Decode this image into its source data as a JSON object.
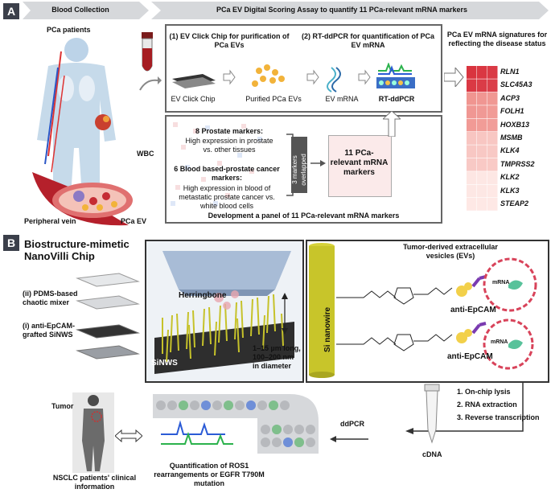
{
  "panelA": {
    "letter": "A",
    "banner_blood": "Blood Collection",
    "banner_assay": "PCa EV Digital Scoring Assay to quantify 11 PCa-relevant mRNA markers",
    "patients": "PCa patients",
    "wbc": "WBC",
    "peripheral_vein": "Peripheral vein",
    "pca_ev": "PCa EV",
    "step1_title": "(1) EV Click Chip for purification of PCa EVs",
    "step2_title": "(2) RT-ddPCR for quantification of PCa EV mRNA",
    "ev_click_chip": "EV Click Chip",
    "purified": "Purified PCa EVs",
    "ev_mrna": "EV mRNA",
    "rt_ddpcr": "RT-ddPCR",
    "prostate_title": "8 Prostate markers:",
    "prostate_desc": "High expression in prostate vs. other tissues",
    "blood_title": "6 Blood based-prostate cancer markers:",
    "blood_desc": "High expression in blood of metastatic prostate cancer vs. white blood cells",
    "overlap": "3 markers overlapped",
    "panel11": "11 PCa-relevant mRNA markers",
    "dev_caption": "Development a panel of 11 PCa-relevant mRNA markers",
    "signature_title": "PCa EV mRNA signatures for reflecting the disease status",
    "genes": [
      "RLN1",
      "SLC45A3",
      "ACP3",
      "FOLH1",
      "HOXB13",
      "MSMB",
      "KLK4",
      "TMPRSS2",
      "KLK2",
      "KLK3",
      "STEAP2"
    ]
  },
  "panelB": {
    "letter": "B",
    "title": "Biostructure-mimetic NanoVilli Chip",
    "pdms": "(ii) PDMS-based chaotic mixer",
    "anti_epcam_siwns": "(i) anti-EpCAM-grafted SiNWS",
    "herringbone": "Herringbone",
    "siwns": "SiNWS",
    "dims": "1–15 µm long, 100–200 nm in diameter",
    "si_nanowire": "Si nanowire",
    "tumor_evs": "Tumor-derived extracellular vesicles (EVs)",
    "mrna": "mRNA",
    "anti_epcam_1": "anti-EpCAM",
    "anti_epcam_2": "anti-EpCAM",
    "steps": [
      "1. On-chip lysis",
      "2. RNA extraction",
      "3. Reverse transcription"
    ],
    "cdna": "cDNA",
    "ddpcr": "ddPCR",
    "quant": "Quantification of ROS1 rearrangements or EGFR T790M mutation",
    "tumor": "Tumor",
    "nsclc": "NSCLC patients' clinical information"
  },
  "colors": {
    "panel_dark": "#3b3f4a",
    "banner": "#d6d8db",
    "heat_dark": "#d9343f",
    "heat_light": "#fde0dc",
    "rod": "#c8c52a"
  }
}
